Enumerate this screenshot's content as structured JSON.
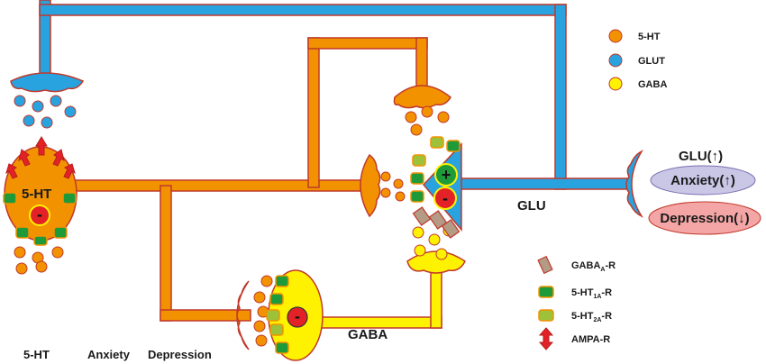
{
  "colors": {
    "serotonin": "#F39200",
    "glutamate": "#29A3E0",
    "gaba": "#FFF200",
    "ht1a": "#1F9A3A",
    "ht2a": "#9DC23A",
    "ampa": "#E32227",
    "gabaa": "#B39B86",
    "outline": "#C0392B",
    "anxiety_bg": "#C9C6E6",
    "depression_bg": "#F4A6A6"
  },
  "legend": {
    "ht": "5-HT",
    "glut": "GLUT",
    "gaba": "GABA",
    "gabaa_prefix": "GABA",
    "gabaa_sub": "A",
    "gabaa_suffix": "-R",
    "ht1a_prefix": "5-HT",
    "ht1a_sub": "1A",
    "ht1a_suffix": "-R",
    "ht2a_prefix": "5-HT",
    "ht2a_sub": "2A",
    "ht2a_suffix": "-R",
    "ampa": "AMPA-R"
  },
  "labels": {
    "neuron_5ht": "5-HT",
    "minus": "-",
    "plus": "+",
    "glu_pathway": "GLU",
    "gaba_pathway": "GABA",
    "glu_up": "GLU(↑)",
    "anxiety_up": "Anxiety(↑)",
    "depression_down": "Depression(↓)",
    "bottom_5ht": "5-HT",
    "bottom_anxiety": "Anxiety",
    "bottom_depression": "Depression"
  }
}
